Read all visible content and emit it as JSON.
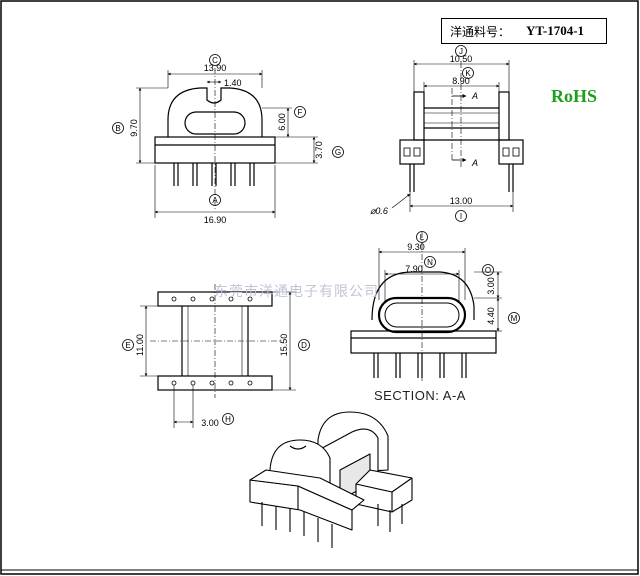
{
  "part": {
    "label": "洋通料号：",
    "number": "YT-1704-1"
  },
  "rohs": "RoHS",
  "watermark": "东莞市洋通电子有限公司",
  "section_label": "SECTION: A-A",
  "front_view": {
    "dim_c": "13.90",
    "dim_slot": "1.40",
    "dim_b": "9.70",
    "dim_f": "6.00",
    "dim_g": "3.70",
    "dim_a": "16.90",
    "letters": {
      "c": "C",
      "b": "B",
      "f": "F",
      "g": "G",
      "a": "A"
    }
  },
  "side_view": {
    "dim_j": "10.50",
    "dim_k": "8.90",
    "dim_i": "13.00",
    "pin_dia": "⌀0.6",
    "cut_mark": "A",
    "letters": {
      "j": "J",
      "k": "K",
      "i": "I"
    }
  },
  "top_view": {
    "dim_e": "11.00",
    "dim_d": "15.50",
    "dim_h": "3.00",
    "letters": {
      "e": "E",
      "d": "D",
      "h": "H"
    }
  },
  "section_view": {
    "dim_l": "9.30",
    "dim_n": "7.90",
    "dim_o": "3.00",
    "dim_m": "4.40",
    "letters": {
      "l": "L",
      "n": "N",
      "o": "O",
      "m": "M"
    }
  }
}
